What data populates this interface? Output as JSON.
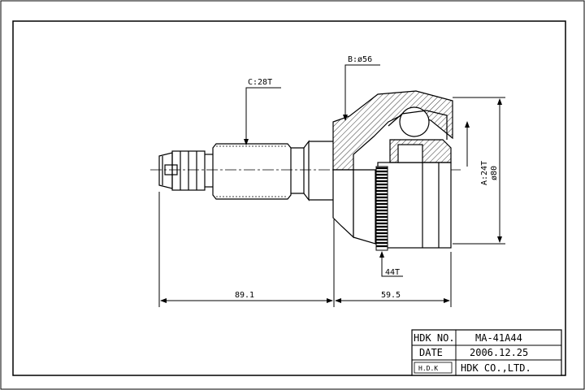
{
  "annotations": {
    "c_spline": "C:28T",
    "b_diameter": "B:ø56",
    "a_spline": "A:24T",
    "outer_diameter": "ø80",
    "abs_ring": "44T"
  },
  "dimensions": {
    "shaft_length": "89.1",
    "joint_length": "59.5"
  },
  "title_block": {
    "rows": [
      {
        "key": "HDK NO.",
        "value": "MA-41A44"
      },
      {
        "key": "DATE",
        "value": "2006.12.25"
      },
      {
        "key": "H.D.K",
        "value": "HDK CO.,LTD."
      }
    ]
  }
}
